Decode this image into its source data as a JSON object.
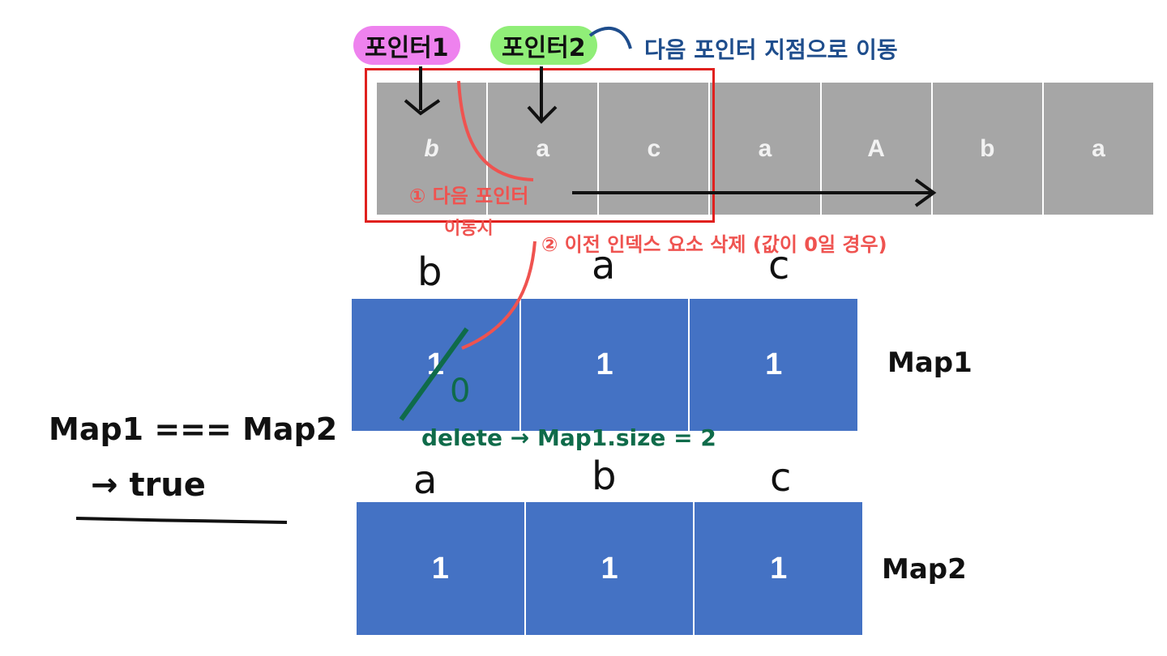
{
  "strip": {
    "cells": [
      "b",
      "a",
      "c",
      "a",
      "A",
      "b",
      "a"
    ]
  },
  "pointers": {
    "pointer1": "포인터1",
    "pointer2": "포인터2"
  },
  "annotations": {
    "next_pointer_move": "다음 포인터 지점으로 이동",
    "step1_line1": "① 다음 포인터",
    "step1_line2": "이동시",
    "step2": "② 이전 인덱스 요소 삭제 (값이 0일 경우)",
    "zero": "0",
    "delete_note": "delete → Map1.size = 2",
    "equality": "Map1 === Map2",
    "result": "→ true"
  },
  "map1": {
    "label": "Map1",
    "keys": [
      "b",
      "a",
      "c"
    ],
    "values": [
      "1",
      "1",
      "1"
    ]
  },
  "map2": {
    "label": "Map2",
    "keys": [
      "a",
      "b",
      "c"
    ],
    "values": [
      "1",
      "1",
      "1"
    ]
  },
  "colors": {
    "strip": "#a6a6a6",
    "map": "#4472c4",
    "window": "#e0201e",
    "red_ink": "#ef5350",
    "blue_ink": "#1e4d8c",
    "green_ink": "#0f6b4a",
    "pointer1_bg": "#ee82ee",
    "pointer2_bg": "#90ee78"
  }
}
